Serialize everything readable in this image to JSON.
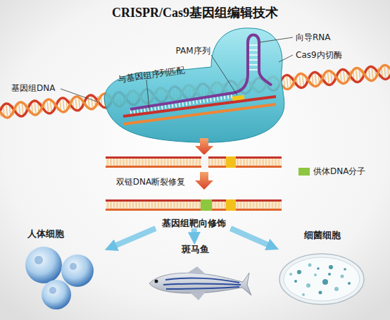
{
  "diagram": {
    "title": "CRISPR/Cas9基因组编辑技术",
    "nodes": [
      {
        "text": [
          "基因组靶向修饰"
        ]
      },
      {
        "text": [
          "人体细胞"
        ]
      },
      {
        "text": [
          "斑马鱼"
        ]
      },
      {
        "text": [
          "细菌细胞"
        ]
      }
    ],
    "edges": [
      {
        "from": 0,
        "to": 1,
        "arrow": "to"
      },
      {
        "from": 0,
        "to": 2,
        "arrow": "to"
      },
      {
        "from": 0,
        "to": 3,
        "arrow": "to"
      }
    ],
    "labels": [
      "向导RNA",
      "PAM序列",
      "Cas9内切酶",
      "与基因组序列匹配",
      "基因组DNA",
      "双链DNA断裂修复"
    ],
    "legend": [
      {
        "text": "供体DNA分子",
        "color": "#8dc63f"
      }
    ]
  }
}
